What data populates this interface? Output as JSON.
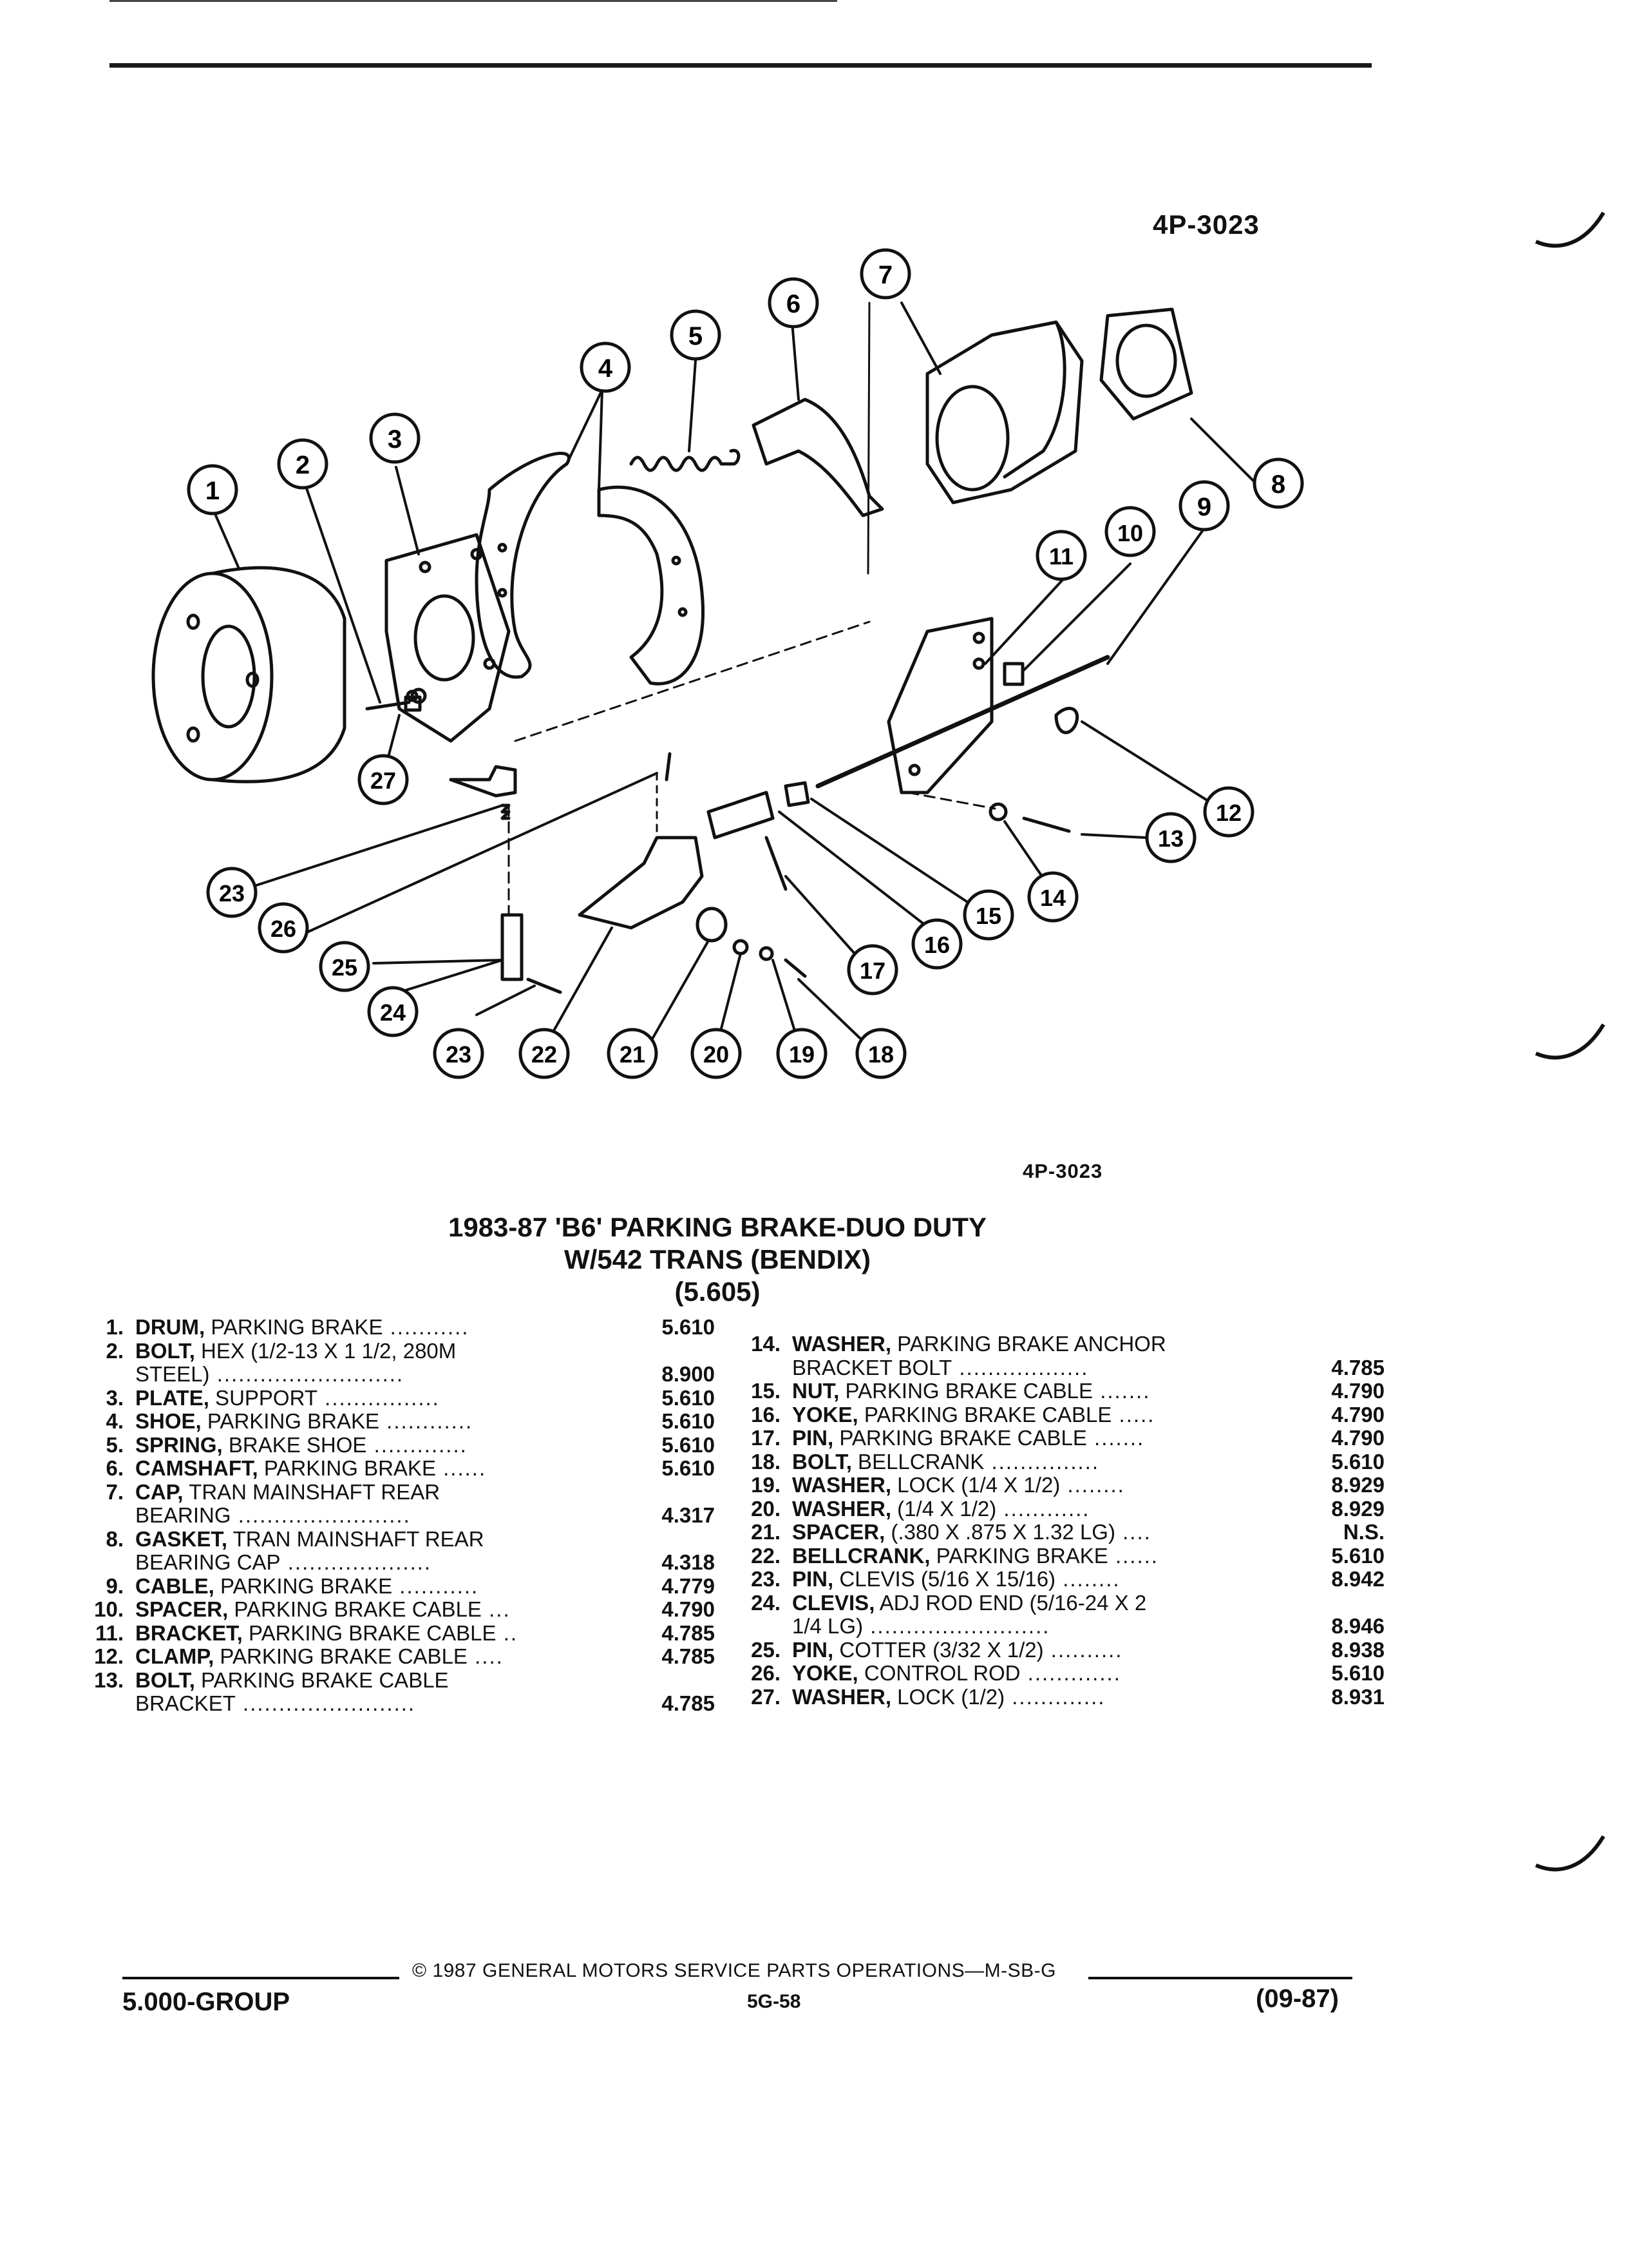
{
  "figure_id": "4P-3023",
  "figure_caption_id": "4P-3023",
  "title_line1": "1983-87 'B6' PARKING BRAKE-DUO DUTY",
  "title_line2": "W/542 TRANS (BENDIX)",
  "title_line3": "(5.605)",
  "callout_numbers": [
    "1",
    "2",
    "3",
    "4",
    "5",
    "6",
    "7",
    "8",
    "9",
    "10",
    "11",
    "12",
    "13",
    "14",
    "15",
    "16",
    "17",
    "18",
    "19",
    "20",
    "21",
    "22",
    "23",
    "24",
    "25",
    "26",
    "27"
  ],
  "left_parts": [
    {
      "num": "1.",
      "lines": [
        {
          "bold": "DRUM,",
          "text": " PARKING BRAKE",
          "dots": " ...........",
          "val": "5.610"
        }
      ]
    },
    {
      "num": "2.",
      "lines": [
        {
          "bold": "BOLT,",
          "text": " HEX (1/2-13 X 1 1/2, 280M",
          "dots": "",
          "val": ""
        },
        {
          "bold": "",
          "text": "STEEL)",
          "dots": " ..........................",
          "val": "8.900"
        }
      ]
    },
    {
      "num": "3.",
      "lines": [
        {
          "bold": "PLATE,",
          "text": " SUPPORT",
          "dots": " ................",
          "val": "5.610"
        }
      ]
    },
    {
      "num": "4.",
      "lines": [
        {
          "bold": "SHOE,",
          "text": " PARKING BRAKE",
          "dots": " ............",
          "val": "5.610"
        }
      ]
    },
    {
      "num": "5.",
      "lines": [
        {
          "bold": "SPRING,",
          "text": " BRAKE SHOE",
          "dots": " .............",
          "val": "5.610"
        }
      ]
    },
    {
      "num": "6.",
      "lines": [
        {
          "bold": "CAMSHAFT,",
          "text": " PARKING BRAKE",
          "dots": " ......",
          "val": "5.610"
        }
      ]
    },
    {
      "num": "7.",
      "lines": [
        {
          "bold": "CAP,",
          "text": " TRAN MAINSHAFT REAR",
          "dots": "",
          "val": ""
        },
        {
          "bold": "",
          "text": "BEARING",
          "dots": " ........................",
          "val": "4.317"
        }
      ]
    },
    {
      "num": "8.",
      "lines": [
        {
          "bold": "GASKET,",
          "text": " TRAN MAINSHAFT REAR",
          "dots": "",
          "val": ""
        },
        {
          "bold": "",
          "text": "BEARING CAP",
          "dots": " ....................",
          "val": "4.318"
        }
      ]
    },
    {
      "num": "9.",
      "lines": [
        {
          "bold": "CABLE,",
          "text": " PARKING BRAKE",
          "dots": " ...........",
          "val": "4.779"
        }
      ]
    },
    {
      "num": "10.",
      "lines": [
        {
          "bold": "SPACER,",
          "text": " PARKING BRAKE CABLE",
          "dots": " ...",
          "val": "4.790"
        }
      ]
    },
    {
      "num": "11.",
      "lines": [
        {
          "bold": "BRACKET,",
          "text": " PARKING BRAKE CABLE",
          "dots": " ..",
          "val": "4.785"
        }
      ]
    },
    {
      "num": "12.",
      "lines": [
        {
          "bold": "CLAMP,",
          "text": " PARKING BRAKE CABLE",
          "dots": " ....",
          "val": "4.785"
        }
      ]
    },
    {
      "num": "13.",
      "lines": [
        {
          "bold": "BOLT,",
          "text": " PARKING BRAKE CABLE",
          "dots": "",
          "val": ""
        },
        {
          "bold": "",
          "text": "BRACKET",
          "dots": " ........................",
          "val": "4.785"
        }
      ]
    }
  ],
  "right_parts": [
    {
      "num": "14.",
      "lines": [
        {
          "bold": "WASHER,",
          "text": " PARKING BRAKE ANCHOR",
          "dots": "",
          "val": ""
        },
        {
          "bold": "",
          "text": "BRACKET BOLT",
          "dots": " ..................",
          "val": "4.785"
        }
      ]
    },
    {
      "num": "15.",
      "lines": [
        {
          "bold": "NUT,",
          "text": " PARKING BRAKE CABLE",
          "dots": " .......",
          "val": "4.790"
        }
      ]
    },
    {
      "num": "16.",
      "lines": [
        {
          "bold": "YOKE,",
          "text": " PARKING BRAKE CABLE",
          "dots": " .....",
          "val": "4.790"
        }
      ]
    },
    {
      "num": "17.",
      "lines": [
        {
          "bold": "PIN,",
          "text": " PARKING BRAKE CABLE",
          "dots": " .......",
          "val": "4.790"
        }
      ]
    },
    {
      "num": "18.",
      "lines": [
        {
          "bold": "BOLT,",
          "text": " BELLCRANK",
          "dots": " ...............",
          "val": "5.610"
        }
      ]
    },
    {
      "num": "19.",
      "lines": [
        {
          "bold": "WASHER,",
          "text": " LOCK (1/4 X 1/2)",
          "dots": " ........",
          "val": "8.929"
        }
      ]
    },
    {
      "num": "20.",
      "lines": [
        {
          "bold": "WASHER,",
          "text": " (1/4 X 1/2)",
          "dots": " ............",
          "val": "8.929"
        }
      ]
    },
    {
      "num": "21.",
      "lines": [
        {
          "bold": "SPACER,",
          "text": " (.380 X .875 X 1.32 LG)",
          "dots": " ....",
          "val": "N.S."
        }
      ]
    },
    {
      "num": "22.",
      "lines": [
        {
          "bold": "BELLCRANK,",
          "text": " PARKING BRAKE",
          "dots": " ......",
          "val": "5.610"
        }
      ]
    },
    {
      "num": "23.",
      "lines": [
        {
          "bold": "PIN,",
          "text": " CLEVIS (5/16 X 15/16)",
          "dots": " ........",
          "val": "8.942"
        }
      ]
    },
    {
      "num": "24.",
      "lines": [
        {
          "bold": "CLEVIS,",
          "text": " ADJ ROD END (5/16-24 X 2",
          "dots": "",
          "val": ""
        },
        {
          "bold": "",
          "text": "1/4 LG)",
          "dots": " .........................",
          "val": "8.946"
        }
      ]
    },
    {
      "num": "25.",
      "lines": [
        {
          "bold": "PIN,",
          "text": " COTTER (3/32 X 1/2)",
          "dots": " ..........",
          "val": "8.938"
        }
      ]
    },
    {
      "num": "26.",
      "lines": [
        {
          "bold": "YOKE,",
          "text": " CONTROL ROD",
          "dots": " .............",
          "val": "5.610"
        }
      ]
    },
    {
      "num": "27.",
      "lines": [
        {
          "bold": "WASHER,",
          "text": " LOCK (1/2)",
          "dots": " .............",
          "val": "8.931"
        }
      ]
    }
  ],
  "footer": {
    "copyright": "© 1987 GENERAL MOTORS SERVICE PARTS OPERATIONS—M-SB-G",
    "group": "5.000-GROUP",
    "page": "5G-58",
    "date": "(09-87)"
  }
}
